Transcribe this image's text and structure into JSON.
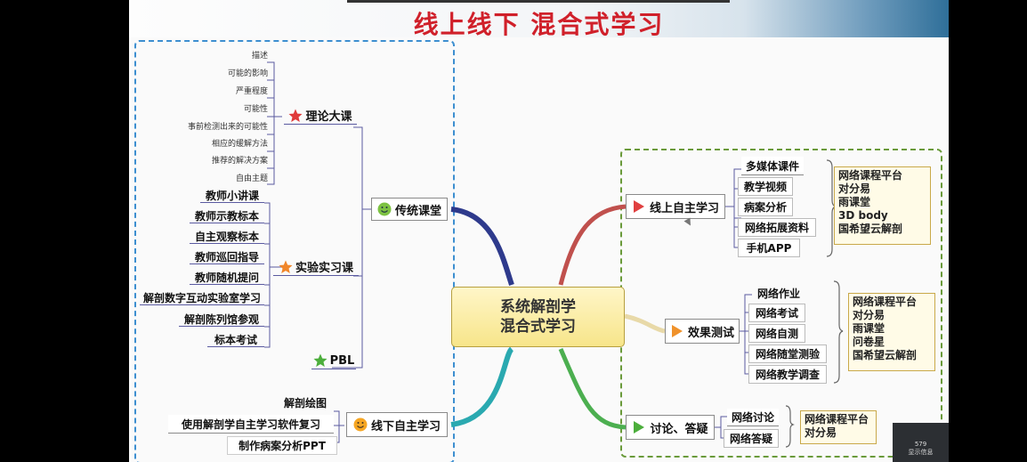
{
  "title": "线上线下 混合式学习",
  "center": {
    "line1": "系统解剖学",
    "line2": "混合式学习"
  },
  "traditional": {
    "label": "传统课堂",
    "theory": {
      "label": "理论大课",
      "items": [
        "描述",
        "可能的影响",
        "严重程度",
        "可能性",
        "事前检测出来的可能性",
        "相应的缓解方法",
        "推荐的解决方案",
        "自由主题"
      ]
    },
    "practice": {
      "label": "实验实习课",
      "items": [
        "教师小讲课",
        "教师示教标本",
        "自主观察标本",
        "教师巡回指导",
        "教师随机提问",
        "解剖数字互动实验室学习",
        "解剖陈列馆参观",
        "标本考试"
      ]
    },
    "pbl": {
      "label": "PBL"
    }
  },
  "offline_self": {
    "label": "线下自主学习",
    "items": [
      "解剖绘图",
      "使用解剖学自主学习软件复习",
      "制作病案分析PPT"
    ]
  },
  "online_self": {
    "label": "线上自主学习",
    "items": [
      "多媒体课件",
      "教学视频",
      "病案分析",
      "网络拓展资料",
      "手机APP"
    ],
    "platforms": [
      "网络课程平台",
      "对分易",
      "雨课堂",
      "3D body",
      "国希望云解剖"
    ]
  },
  "test": {
    "label": "效果测试",
    "items": [
      "网络作业",
      "网络考试",
      "网络自测",
      "网络随堂测验",
      "网络教学调查"
    ],
    "platforms": [
      "网络课程平台",
      "对分易",
      "雨课堂",
      "问卷星",
      "国希望云解剖"
    ]
  },
  "discussion": {
    "label": "讨论、答疑",
    "items": [
      "网络讨论",
      "网络答疑"
    ],
    "platforms": [
      "网络课程平台",
      "对分易"
    ]
  },
  "corner": {
    "number": "579",
    "caption": "显示信息"
  },
  "colors": {
    "title": "#d0202a",
    "left_box": "#3d8fd0",
    "right_box": "#6a9a3a",
    "center_fill": "#f7e58a"
  },
  "icons": {
    "theory": "star-red",
    "practice": "star-orange",
    "pbl": "star-green",
    "traditional": "smiley-green",
    "offline": "smiley-orange",
    "online": "flag-red",
    "test": "flag-orange",
    "discussion": "flag-green"
  }
}
